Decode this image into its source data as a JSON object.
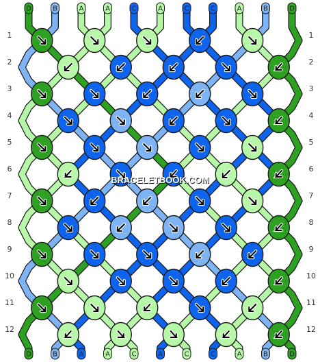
{
  "watermark": "BRACELETBOOK.COM",
  "colors": {
    "D": "#2ea123",
    "B": "#7fb4f4",
    "A": "#b6f8a7",
    "C": "#0f64ee"
  },
  "strand_labels_top": [
    "D",
    "B",
    "A",
    "A",
    "C",
    "A",
    "C",
    "C",
    "A",
    "B",
    "D"
  ],
  "strand_labels_bottom": [
    "D",
    "B",
    "A",
    "A",
    "C",
    "A",
    "C",
    "C",
    "A",
    "B",
    "D"
  ],
  "rows_left": [
    "1",
    "2",
    "3",
    "4",
    "5",
    "6",
    "7",
    "8",
    "9",
    "10",
    "11",
    "12"
  ],
  "rows_right": [
    "1",
    "2",
    "3",
    "4",
    "5",
    "6",
    "7",
    "8",
    "9",
    "10",
    "11",
    "12"
  ],
  "knot_rows": [
    [
      {
        "c": "D",
        "k": "dr"
      },
      {
        "c": "A",
        "k": "dr"
      },
      {
        "c": "A",
        "k": "dr"
      },
      {
        "c": "C",
        "k": "dl"
      },
      {
        "c": "A",
        "k": "dr"
      }
    ],
    [
      {
        "c": "A",
        "k": "dl"
      },
      {
        "c": "C",
        "k": "dl"
      },
      {
        "c": "C",
        "k": "dl"
      },
      {
        "c": "C",
        "k": "dr"
      },
      {
        "c": "D",
        "k": "sl"
      }
    ],
    [
      {
        "c": "D",
        "k": "dr"
      },
      {
        "c": "C",
        "k": "dr"
      },
      {
        "c": "C",
        "k": "dl"
      },
      {
        "c": "B",
        "k": "dl"
      },
      {
        "c": "C",
        "k": "dr"
      }
    ],
    [
      {
        "c": "C",
        "k": "dr"
      },
      {
        "c": "B",
        "k": "dr"
      },
      {
        "c": "C",
        "k": "dl"
      },
      {
        "c": "C",
        "k": "dr"
      },
      {
        "c": "D",
        "k": "sl"
      }
    ],
    [
      {
        "c": "D",
        "k": "dr"
      },
      {
        "c": "C",
        "k": "dr"
      },
      {
        "c": "B",
        "k": "dr"
      },
      {
        "c": "C",
        "k": "dr"
      },
      {
        "c": "A",
        "k": "dr"
      }
    ],
    [
      {
        "c": "A",
        "k": "sl"
      },
      {
        "c": "C",
        "k": "dr"
      },
      {
        "c": "C",
        "k": "sl"
      },
      {
        "c": "A",
        "k": "dl"
      },
      {
        "c": "D",
        "k": "sl"
      }
    ],
    [
      {
        "c": "D",
        "k": "dr"
      },
      {
        "c": "C",
        "k": "dl"
      },
      {
        "c": "B",
        "k": "dl"
      },
      {
        "c": "C",
        "k": "dr"
      },
      {
        "c": "A",
        "k": "dr"
      }
    ],
    [
      {
        "c": "C",
        "k": "dr"
      },
      {
        "c": "B",
        "k": "dl"
      },
      {
        "c": "B",
        "k": "dr"
      },
      {
        "c": "C",
        "k": "dr"
      },
      {
        "c": "D",
        "k": "sl"
      }
    ],
    [
      {
        "c": "D",
        "k": "dr"
      },
      {
        "c": "C",
        "k": "dr"
      },
      {
        "c": "C",
        "k": "dr"
      },
      {
        "c": "B",
        "k": "dl"
      },
      {
        "c": "C",
        "k": "dl"
      }
    ],
    [
      {
        "c": "A",
        "k": "dr"
      },
      {
        "c": "C",
        "k": "dr"
      },
      {
        "c": "C",
        "k": "dr"
      },
      {
        "c": "C",
        "k": "dl"
      },
      {
        "c": "D",
        "k": "sl"
      }
    ],
    [
      {
        "c": "D",
        "k": "dr"
      },
      {
        "c": "A",
        "k": "dr"
      },
      {
        "c": "A",
        "k": "sl"
      },
      {
        "c": "C",
        "k": "dr"
      },
      {
        "c": "A",
        "k": "dl"
      }
    ],
    [
      {
        "c": "A",
        "k": "sl"
      },
      {
        "c": "A",
        "k": "sr"
      },
      {
        "c": "A",
        "k": "sr"
      },
      {
        "c": "A",
        "k": "sl"
      },
      {
        "c": "D",
        "k": "sl"
      }
    ]
  ]
}
